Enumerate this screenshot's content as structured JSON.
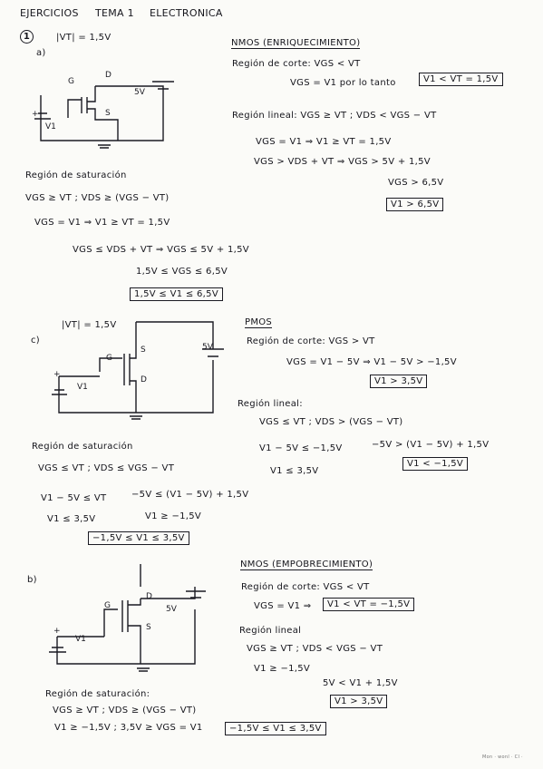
{
  "header": {
    "ejercicios": "EJERCICIOS",
    "tema": "TEMA 1",
    "materia": "ELECTRONICA"
  },
  "ex1": {
    "num": "1",
    "vt": "|VT| = 1,5V",
    "part_a": "a)",
    "nmos": {
      "title": "NMOS (ENRIQUECIMIENTO)",
      "corte_l1": "Región de corte: VGS < VT",
      "corte_l2": "VGS = V1   por lo tanto",
      "corte_box": "V1 < VT = 1,5V",
      "lineal_l1": "Región lineal: VGS ≥ VT ; VDS < VGS − VT",
      "lineal_l2": "VGS = V1  ⇒  V1 ≥ VT = 1,5V",
      "lineal_l3": "VGS > VDS + VT  ⇒  VGS > 5V + 1,5V",
      "lineal_l4": "VGS > 6,5V",
      "lineal_box": "V1 > 6,5V"
    },
    "sat": {
      "title": "Región de saturación",
      "l1": "VGS ≥ VT ;  VDS ≥ (VGS − VT)",
      "l2": "VGS = V1  ⇒  V1 ≥ VT = 1,5V",
      "l3": "VGS ≤ VDS + VT  ⇒  VGS ≤ 5V + 1,5V",
      "l4": "1,5V ≤ VGS ≤ 6,5V",
      "box": "1,5V ≤ V1 ≤ 6,5V"
    }
  },
  "ex_c": {
    "part": "c)",
    "vt": "|VT| = 1,5V",
    "pmos": {
      "title": "PMOS",
      "corte_l1": "Región de corte: VGS > VT",
      "corte_l2": "VGS = V1 − 5V  ⇒  V1 − 5V > −1,5V",
      "corte_box": "V1 > 3,5V",
      "lineal_title": "Región lineal:",
      "lineal_l1": "VGS ≤ VT ;  VDS > (VGS − VT)",
      "lineal_l2": "V1 − 5V ≤ −1,5V",
      "lineal_l3": "−5V > (V1 − 5V) + 1,5V",
      "lineal_l4": "V1 ≤ 3,5V",
      "lineal_box": "V1 < −1,5V"
    },
    "sat": {
      "title": "Región de saturación",
      "l1": "VGS ≤ VT ;  VDS ≤ VGS − VT",
      "l2a": "V1 − 5V ≤ VT",
      "l2b": "−5V ≤ (V1 − 5V) + 1,5V",
      "l3a": "V1 ≤ 3,5V",
      "l3b": "V1 ≥ −1,5V",
      "box": "−1,5V ≤ V1 ≤ 3,5V"
    }
  },
  "ex_b": {
    "part": "b)",
    "nmos": {
      "title": "NMOS (EMPOBRECIMIENTO)",
      "corte_l1": "Región de corte: VGS < VT",
      "corte_l2": "VGS = V1  ⇒",
      "corte_box": "V1 < VT = −1,5V",
      "lineal_title": "Región lineal",
      "lineal_l1": "VGS ≥ VT ;  VDS < VGS − VT",
      "lineal_l2": "V1 ≥ −1,5V",
      "lineal_l3": "5V < V1 + 1,5V",
      "lineal_box": "V1 > 3,5V"
    },
    "sat": {
      "title": "Región de saturación:",
      "l1": "VGS ≥ VT ;  VDS ≥ (VGS − VT)",
      "l2": "V1 ≥ −1,5V ;  3,5V ≥ VGS = V1",
      "box": "−1,5V ≤ V1 ≤ 3,5V"
    }
  },
  "circuit": {
    "label_5v": "5V",
    "label_v1": "V1",
    "label_g": "G",
    "label_d": "D",
    "label_s": "S",
    "plus": "+",
    "minus": "−"
  },
  "footer": "Mon · wonl · Cl · "
}
